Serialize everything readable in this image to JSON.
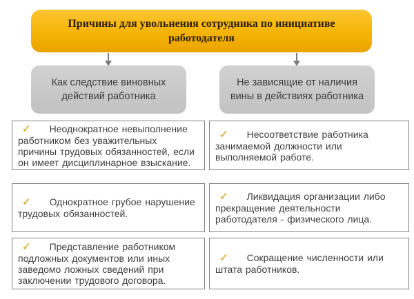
{
  "header": {
    "title": "Причины для увольнения сотрудника по инициативе\nработодателя"
  },
  "branches": [
    {
      "label": "Как следствие виновных\nдействий работника",
      "items": [
        "Неоднократное невыполнение\nработником без уважительных\nпричины трудовых обязанностей, если\nон имеет дисциплинарное взыскание.",
        "Однократное грубое нарушение\nтрудовых обязанностей.",
        "Представление работником\nподложных документов или иных\nзаведомо ложных сведений при\nзаключении трудового договора."
      ]
    },
    {
      "label": "Не зависящие от наличия\nвины в действиях работника",
      "items": [
        "Несоответствие работника\nзанимаемой должности или\nвыполняемой работе.",
        "Ликвидация организации либо\nпрекращение деятельности\nработодателя - физического лица.",
        "Сокращение численности или\nштата работников."
      ]
    }
  ],
  "icons": {
    "check_glyph": "✓",
    "arrow_icon": "arrow-down-icon"
  },
  "colors": {
    "header_bg_light": "#FBC533",
    "header_bg": "#F5B404",
    "header_bg_dark": "#EBA300",
    "header_text": "#2E1E02",
    "branch_bg_light": "#D1D1D1",
    "branch_bg_dark": "#C2C2C2",
    "branch_text": "#3D3D3D",
    "item_border": "#7F7F7F",
    "item_text": "#3F3F3F",
    "check": "#D9B544",
    "arrow": "#7C7C7C",
    "background": "#FFFFFF"
  }
}
